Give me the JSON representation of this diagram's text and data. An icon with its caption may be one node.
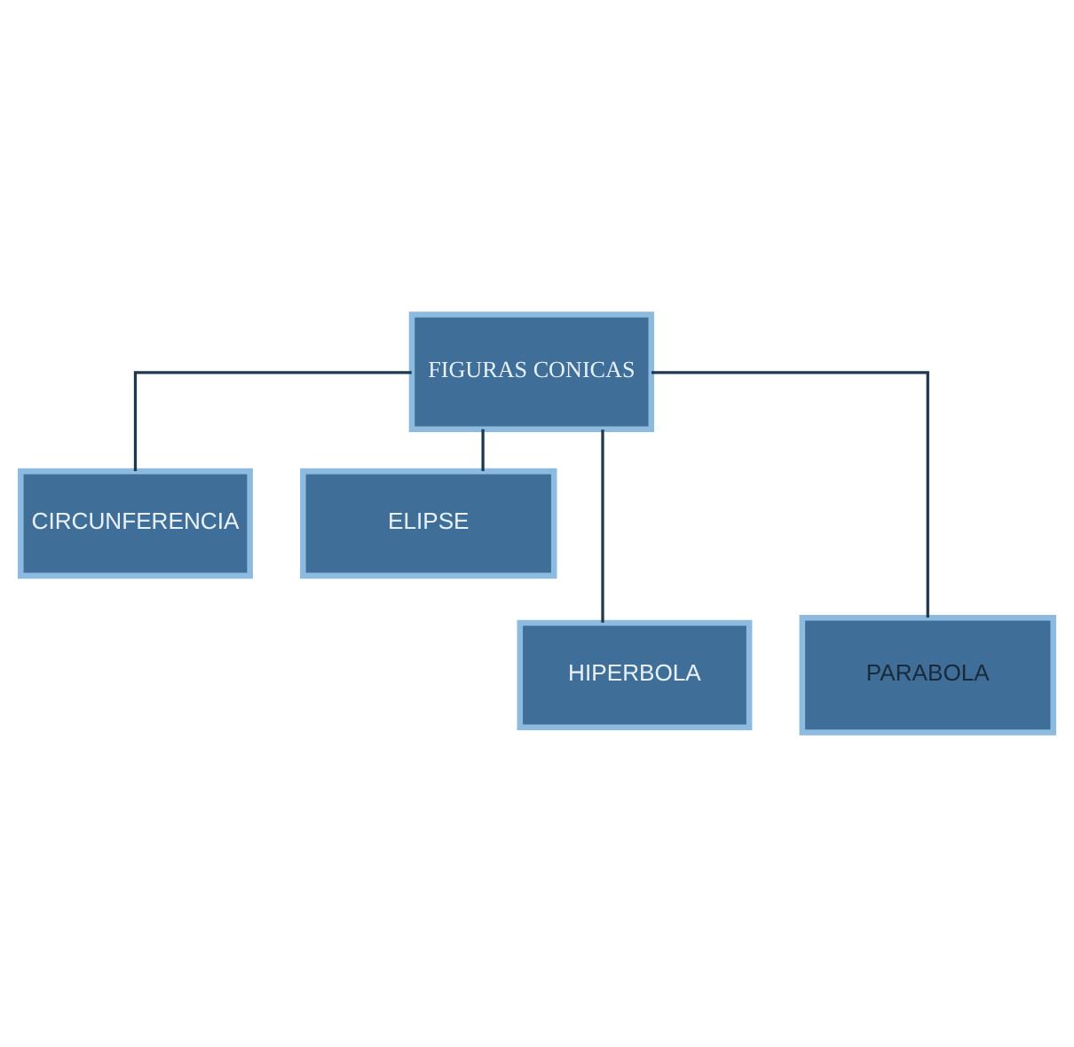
{
  "diagram": {
    "nodes": [
      {
        "text": [
          "FIGURAS CONICAS"
        ]
      },
      {
        "text": [
          "CIRCUNFERENCIA"
        ]
      },
      {
        "text": [
          "ELIPSE"
        ]
      },
      {
        "text": [
          "HIPERBOLA"
        ]
      },
      {
        "text": [
          "PARABOLA"
        ]
      }
    ],
    "edges": [
      {
        "from": 0,
        "to": 1,
        "arrow": "none"
      },
      {
        "from": 0,
        "to": 2,
        "arrow": "none"
      },
      {
        "from": 0,
        "to": 3,
        "arrow": "none"
      },
      {
        "from": 0,
        "to": 4,
        "arrow": "none"
      }
    ]
  }
}
